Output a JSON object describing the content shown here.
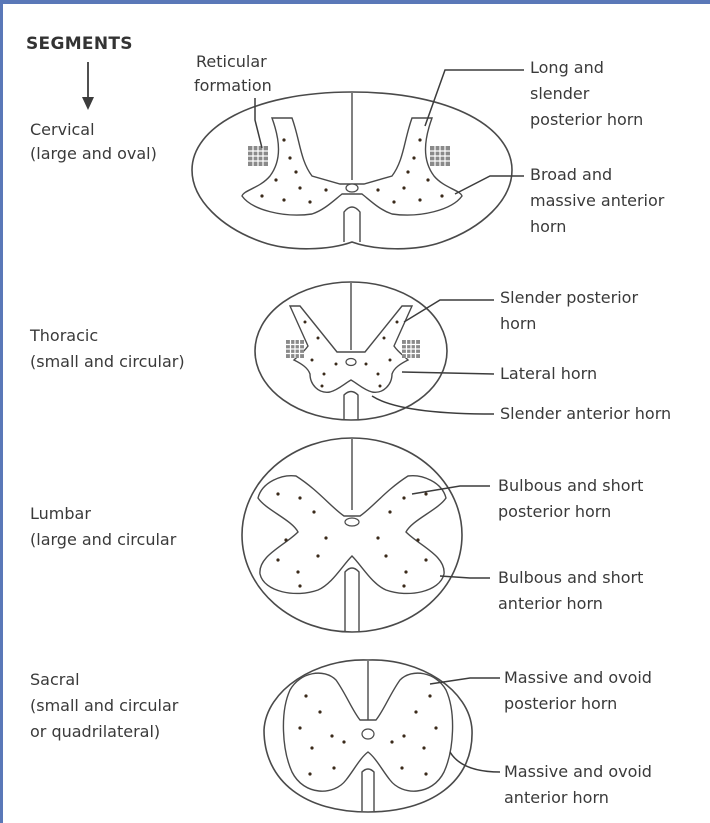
{
  "heading": "SEGMENTS",
  "colors": {
    "grey_matter": "#f2b26b",
    "dots": "#3a2a1a",
    "reticular": "#8a8a8a",
    "frame": "#5a78b8"
  },
  "reticular_formation": [
    "Reticular",
    "formation"
  ],
  "segments": [
    {
      "name": "Cervical",
      "shape": "(large and oval)",
      "labels": [
        [
          "Long and",
          "slender",
          "posterior horn"
        ],
        [
          "Broad and",
          "massive anterior",
          "horn"
        ]
      ]
    },
    {
      "name": "Thoracic",
      "shape": "(small and circular)",
      "labels": [
        [
          "Slender posterior",
          "horn"
        ],
        [
          "Lateral horn"
        ],
        [
          "Slender anterior horn"
        ]
      ]
    },
    {
      "name": "Lumbar",
      "shape": "(large and circular",
      "labels": [
        [
          "Bulbous and short",
          "posterior horn"
        ],
        [
          "Bulbous and short",
          "anterior horn"
        ]
      ]
    },
    {
      "name": "Sacral",
      "shape_lines": [
        "(small and circular",
        "or quadrilateral)"
      ],
      "labels": [
        [
          "Massive and ovoid",
          "posterior horn"
        ],
        [
          "Massive and ovoid",
          "anterior horn"
        ]
      ]
    }
  ]
}
